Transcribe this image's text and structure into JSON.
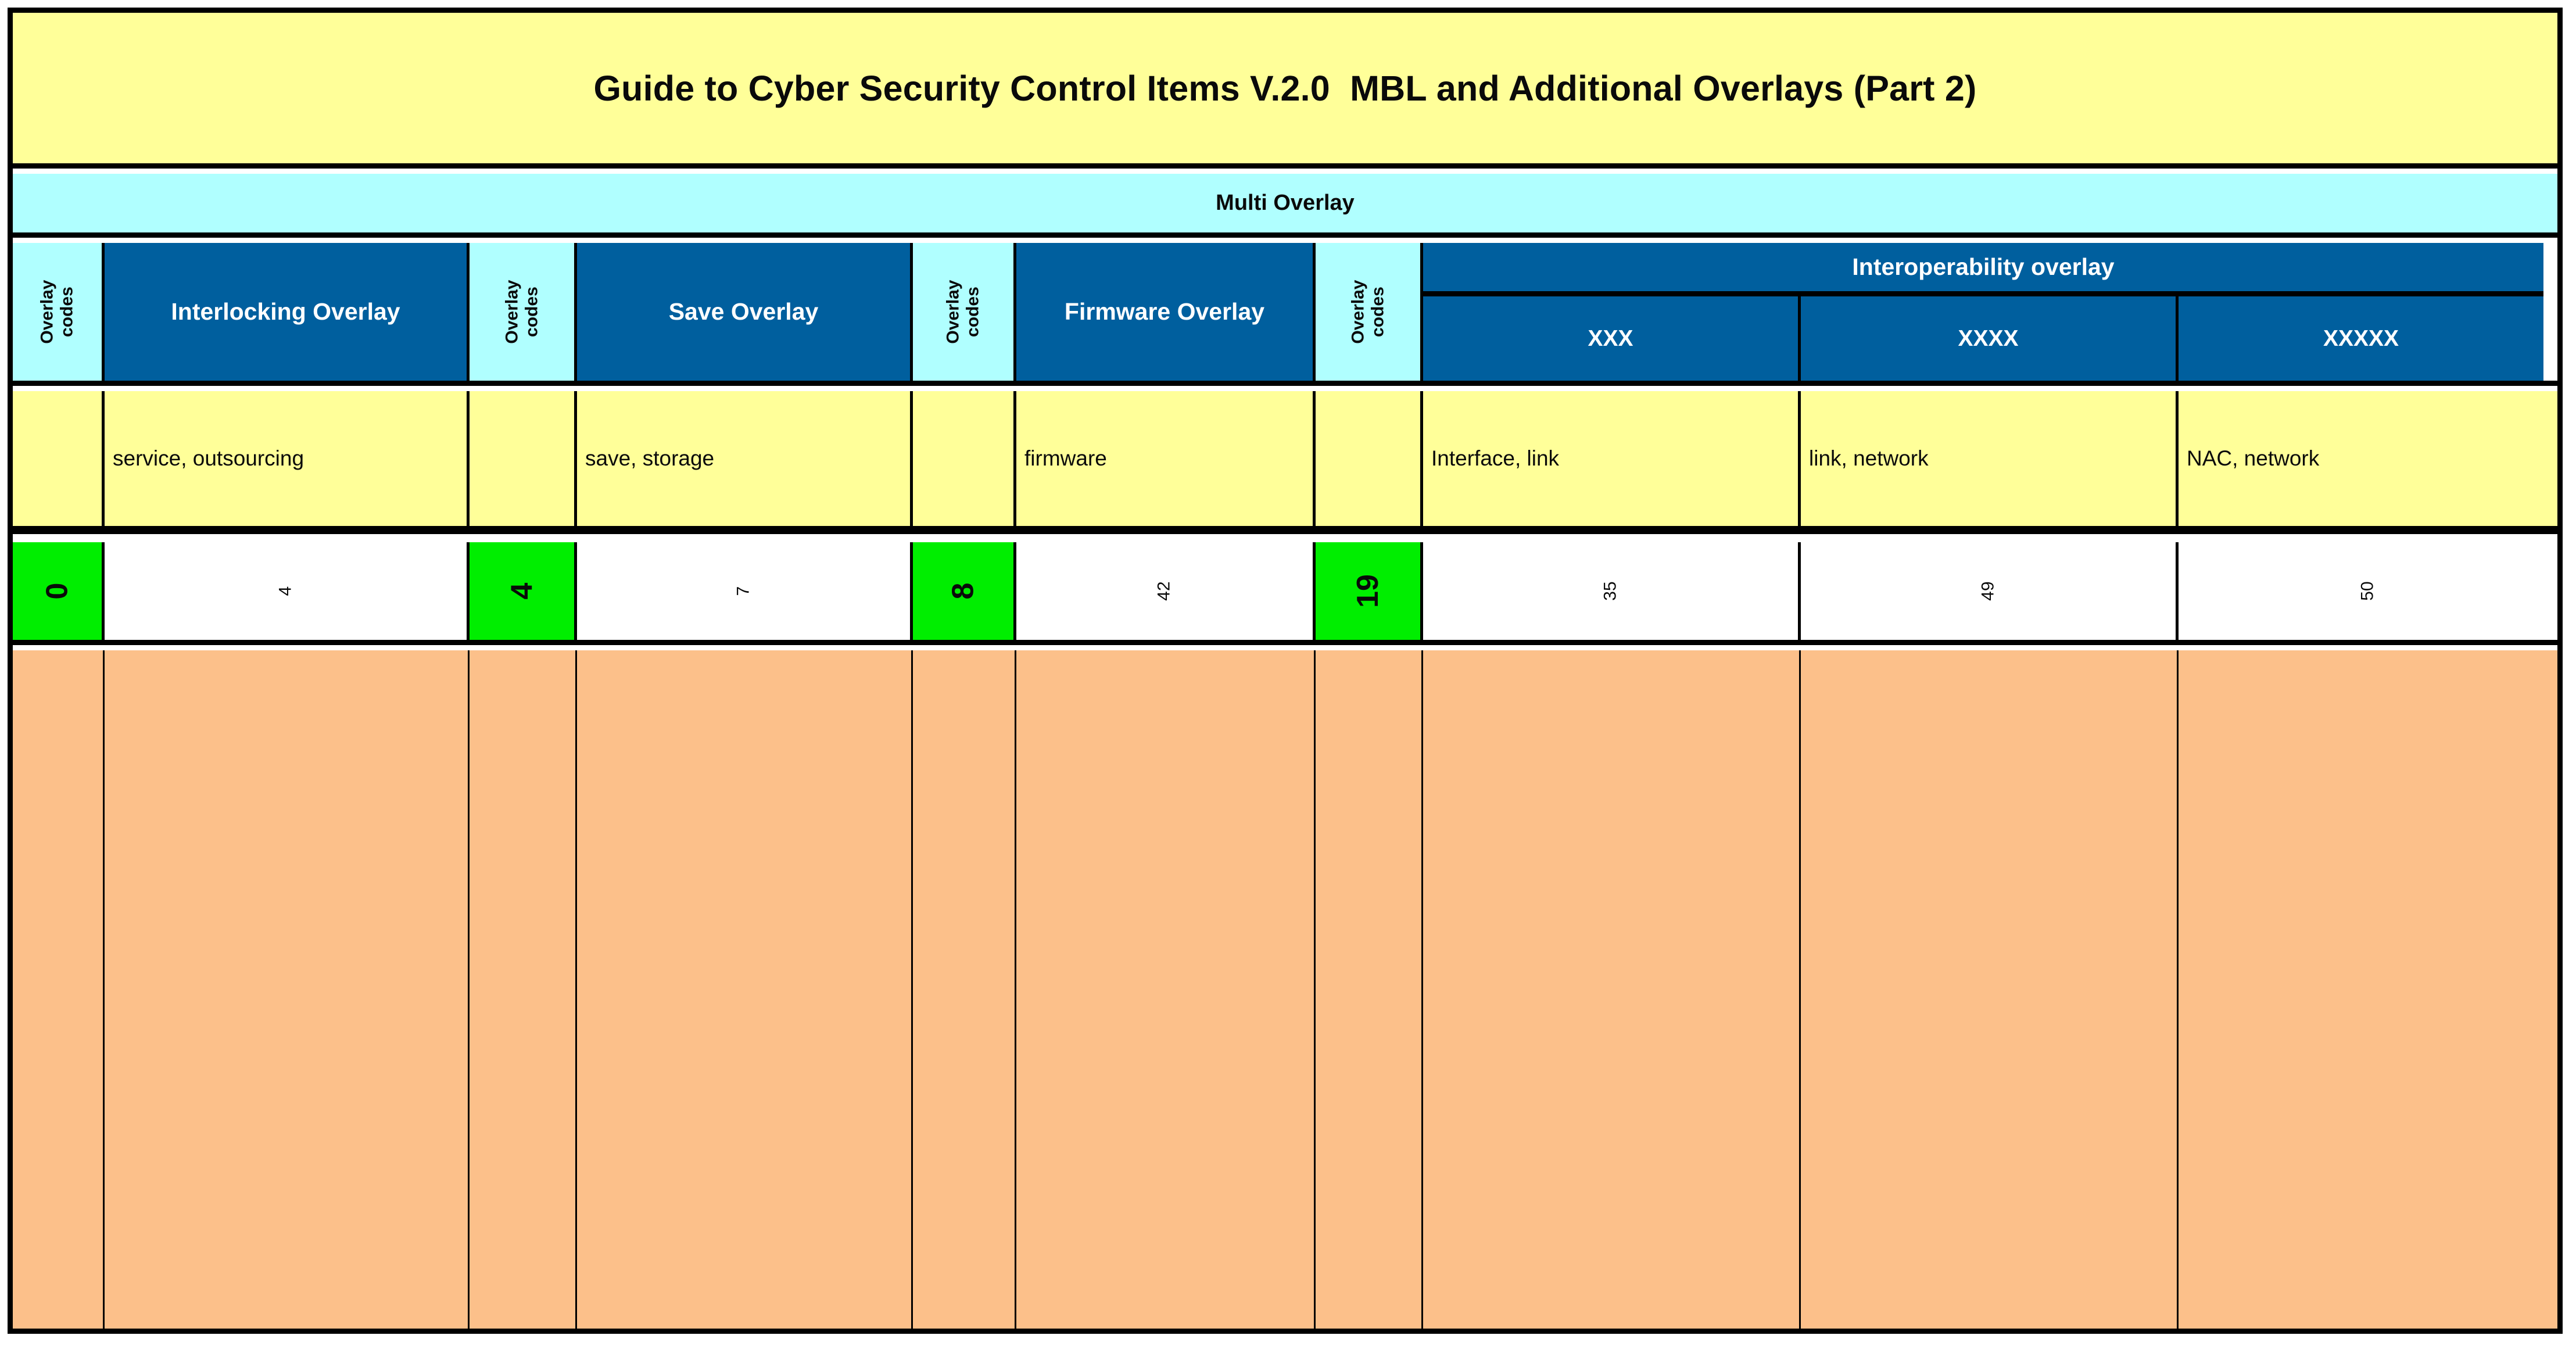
{
  "document": {
    "title": "Guide to Cyber Security Control Items V.2.0  MBL and Additional Overlays (Part 2)",
    "band_label": "Multi Overlay"
  },
  "colors": {
    "title_bg": "#FFFF99",
    "band_bg": "#B0FFFF",
    "header_bg": "#005F9E",
    "header_text": "#FFFFFF",
    "code_head_bg": "#B0FFFF",
    "keyword_bg": "#FFFF99",
    "code_value_bg": "#00EE00",
    "count_bg": "#FFFFFF",
    "body_bg": "#FCC08A",
    "border": "#000000"
  },
  "code_column_label": {
    "line1": "Overlay",
    "line2": "codes"
  },
  "columns": [
    {
      "kind": "code",
      "name": "overlay-codes-1",
      "header": "Overlay codes",
      "keyword": "",
      "code": "0",
      "count": ""
    },
    {
      "kind": "overlay",
      "name": "interlocking",
      "header": "Interlocking Overlay",
      "keyword": "service, outsourcing",
      "code": "",
      "count": "4"
    },
    {
      "kind": "code",
      "name": "overlay-codes-2",
      "header": "Overlay codes",
      "keyword": "",
      "code": "4",
      "count": ""
    },
    {
      "kind": "overlay",
      "name": "save",
      "header": "Save Overlay",
      "keyword": "save, storage",
      "code": "",
      "count": "7"
    },
    {
      "kind": "code",
      "name": "overlay-codes-3",
      "header": "Overlay codes",
      "keyword": "",
      "code": "8",
      "count": ""
    },
    {
      "kind": "overlay",
      "name": "firmware",
      "header": "Firmware Overlay",
      "keyword": "firmware",
      "code": "",
      "count": "42"
    },
    {
      "kind": "code",
      "name": "overlay-codes-4",
      "header": "Overlay codes",
      "keyword": "",
      "code": "19",
      "count": ""
    }
  ],
  "interoperability": {
    "group_header": "Interoperability overlay",
    "sub_columns": [
      {
        "name": "xxx",
        "header": "XXX",
        "keyword": "Interface, link",
        "count": "35"
      },
      {
        "name": "xxxx",
        "header": "XXXX",
        "keyword": "link, network",
        "count": "49"
      },
      {
        "name": "xxxxx",
        "header": "XXXXX",
        "keyword": "NAC, network",
        "count": "50"
      }
    ]
  }
}
